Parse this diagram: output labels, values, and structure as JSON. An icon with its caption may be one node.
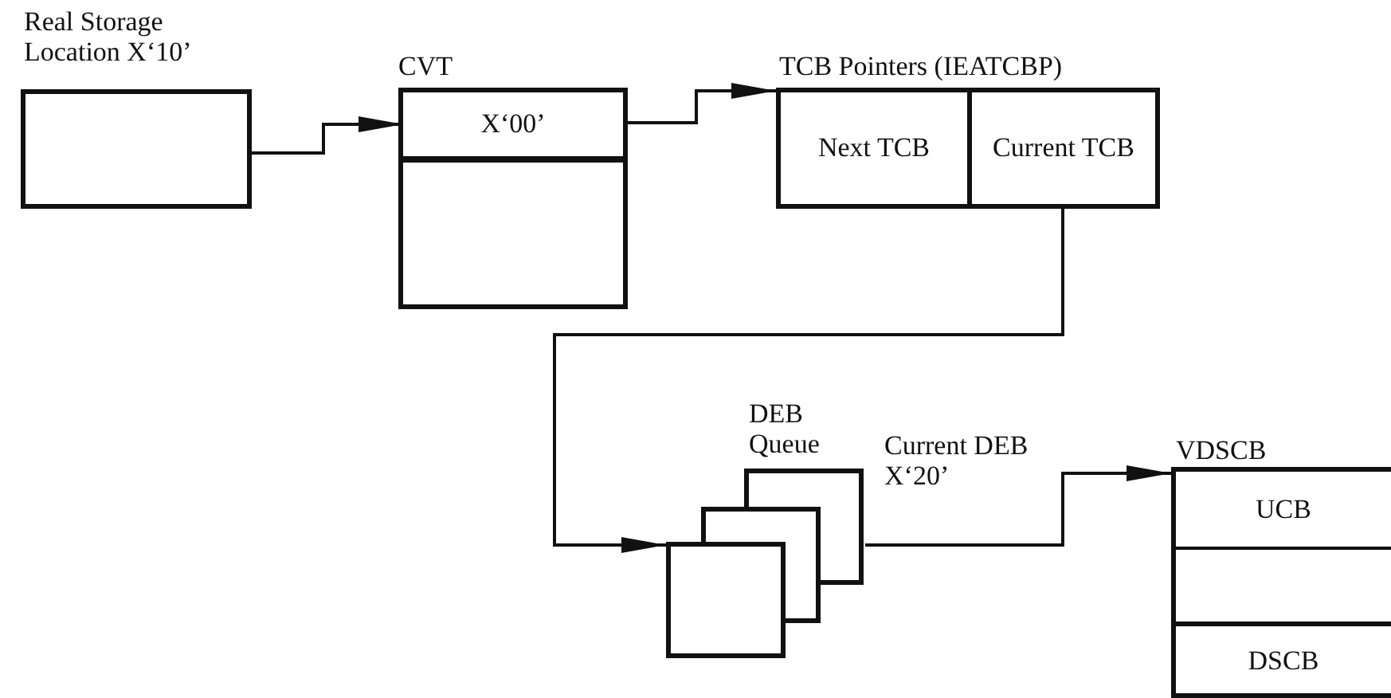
{
  "diagram": {
    "nodes": [
      {
        "text": [
          "Real Storage Location X‘10’"
        ]
      },
      {
        "text": [
          "CVT"
        ]
      },
      {
        "text": [
          "X‘00’"
        ],
        "in": 1
      },
      {
        "text": [
          "TCB Pointers (IEATCBP)"
        ]
      },
      {
        "text": [
          "Next TCB"
        ],
        "in": 3
      },
      {
        "text": [
          "Current TCB"
        ],
        "in": 3
      },
      {
        "text": [
          "DEB Queue"
        ]
      },
      {
        "text": [
          "VDSCB"
        ]
      },
      {
        "text": [
          "UCB"
        ],
        "in": 7
      },
      {
        "text": [
          "DSCB"
        ],
        "in": 7
      }
    ],
    "edges": [
      {
        "from": 0,
        "to": 2,
        "arrow": "to"
      },
      {
        "from": 2,
        "to": 3,
        "arrow": "to"
      },
      {
        "from": 5,
        "to": 6,
        "arrow": "to"
      },
      {
        "from": 6,
        "to": 7,
        "arrow": "to",
        "label": "Current DEB X‘20’"
      }
    ]
  }
}
